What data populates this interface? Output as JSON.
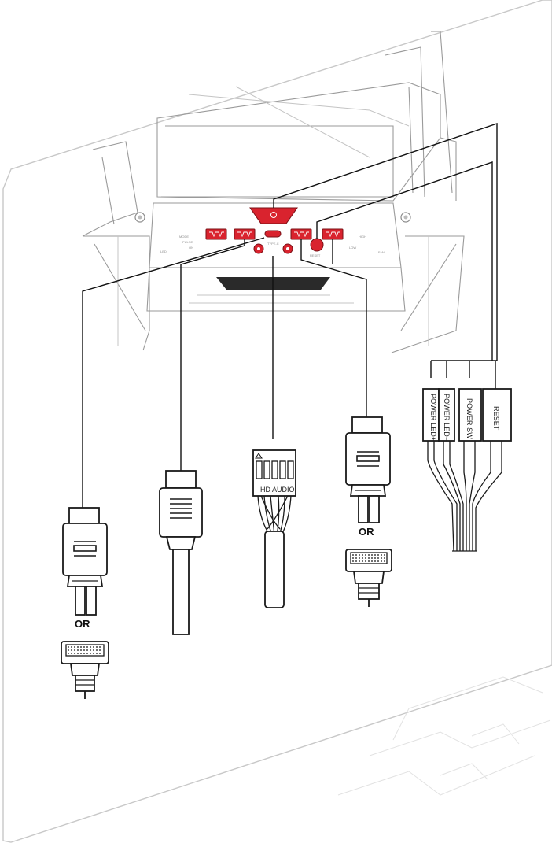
{
  "panel_labels": {
    "mode_top": "MODE",
    "mode_mid": "PULSE",
    "mode_low": "ON",
    "led": "LED",
    "high": "HIGH",
    "low": "LOW",
    "fan": "FAN",
    "reset_btn": "RESET",
    "type_c": "TYPE-C"
  },
  "front_panel_header_pins": [
    "POWER LED+",
    "POWER LED−",
    "POWER SW",
    "RESET"
  ],
  "audio_connector_label": "HD AUDIO",
  "or_label": "OR",
  "colors": {
    "accent_red": "#d9232e",
    "ink": "#1a1a1a",
    "case_outline": "#9a9a9a"
  }
}
